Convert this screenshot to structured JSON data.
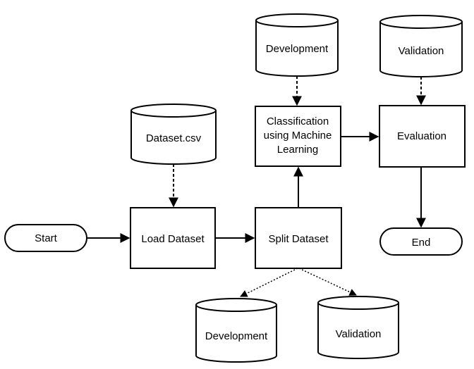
{
  "nodes": {
    "start": "Start",
    "end": "End",
    "load_dataset": "Load Dataset",
    "split_dataset": "Split Dataset",
    "classification": [
      "Classification",
      "using Machine",
      "Learning"
    ],
    "evaluation": "Evaluation",
    "dataset_csv": "Dataset.csv",
    "development_top": "Development",
    "validation_top": "Validation",
    "development_bottom": "Development",
    "validation_bottom": "Validation"
  }
}
